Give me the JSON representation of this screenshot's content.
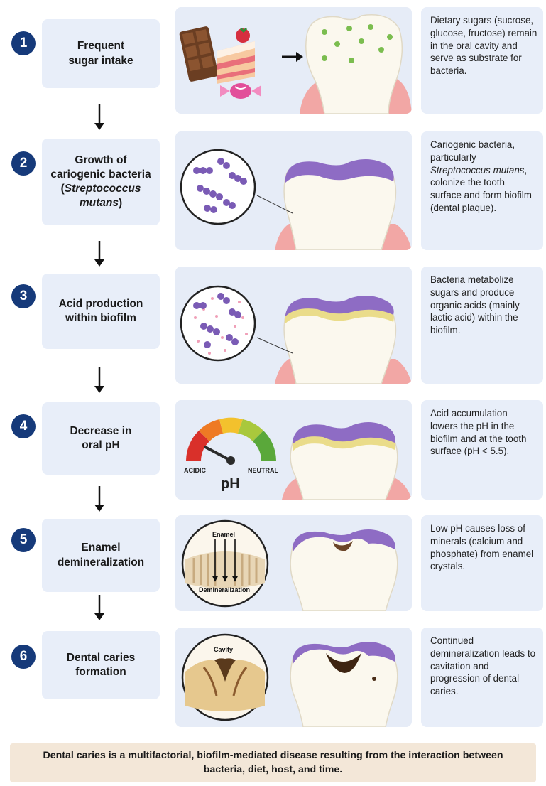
{
  "steps": [
    {
      "number": "1",
      "label_lines": [
        "Frequent",
        "sugar intake"
      ],
      "description": "Dietary sugars (sucrose, glucose, fructose) remain in the oral cavity and serve as substrate for bacteria."
    },
    {
      "number": "2",
      "label_lines": [
        "Growth of",
        "cariogenic bacteria",
        "(",
        "Streptococcus",
        "mutans",
        ")"
      ],
      "description_pre": "Cariogenic bacteria, particularly ",
      "description_em": "Streptococcus mutans",
      "description_post": ", colonize the tooth surface and form biofilm (dental plaque)."
    },
    {
      "number": "3",
      "label_lines": [
        "Acid production",
        "within biofilm"
      ],
      "description": "Bacteria metabolize sugars and produce organic acids (mainly lactic acid) within the biofilm."
    },
    {
      "number": "4",
      "label_lines": [
        "Decrease in",
        "oral pH"
      ],
      "description": "Acid accumulation lowers the pH in the biofilm and at the tooth surface (pH < 5.5).",
      "gauge": {
        "left_label": "ACIDIC",
        "right_label": "NEUTRAL",
        "unit_label": "pH"
      }
    },
    {
      "number": "5",
      "label_lines": [
        "Enamel",
        "demineralization"
      ],
      "description": "Low pH causes loss of minerals (calcium and phosphate) from enamel crystals.",
      "inset": {
        "top_label": "Enamel",
        "bottom_label": "Demineralization"
      }
    },
    {
      "number": "6",
      "label_lines": [
        "Dental caries",
        "formation"
      ],
      "description": "Continued demineralization leads to cavitation and progression of dental caries.",
      "inset": {
        "top_label": "Cavity"
      }
    }
  ],
  "footer": "Dental caries is a multifactorial, biofilm-mediated disease resulting from the interaction between bacteria, diet, host, and time.",
  "colors": {
    "step_badge": "#163a7a",
    "label_bg": "#e8eef9",
    "panel_bg": "#e6ecf7",
    "biofilm": "#8e6cc4",
    "acid_layer": "#eadc8a",
    "footer_bg": "#f3e7d8"
  }
}
